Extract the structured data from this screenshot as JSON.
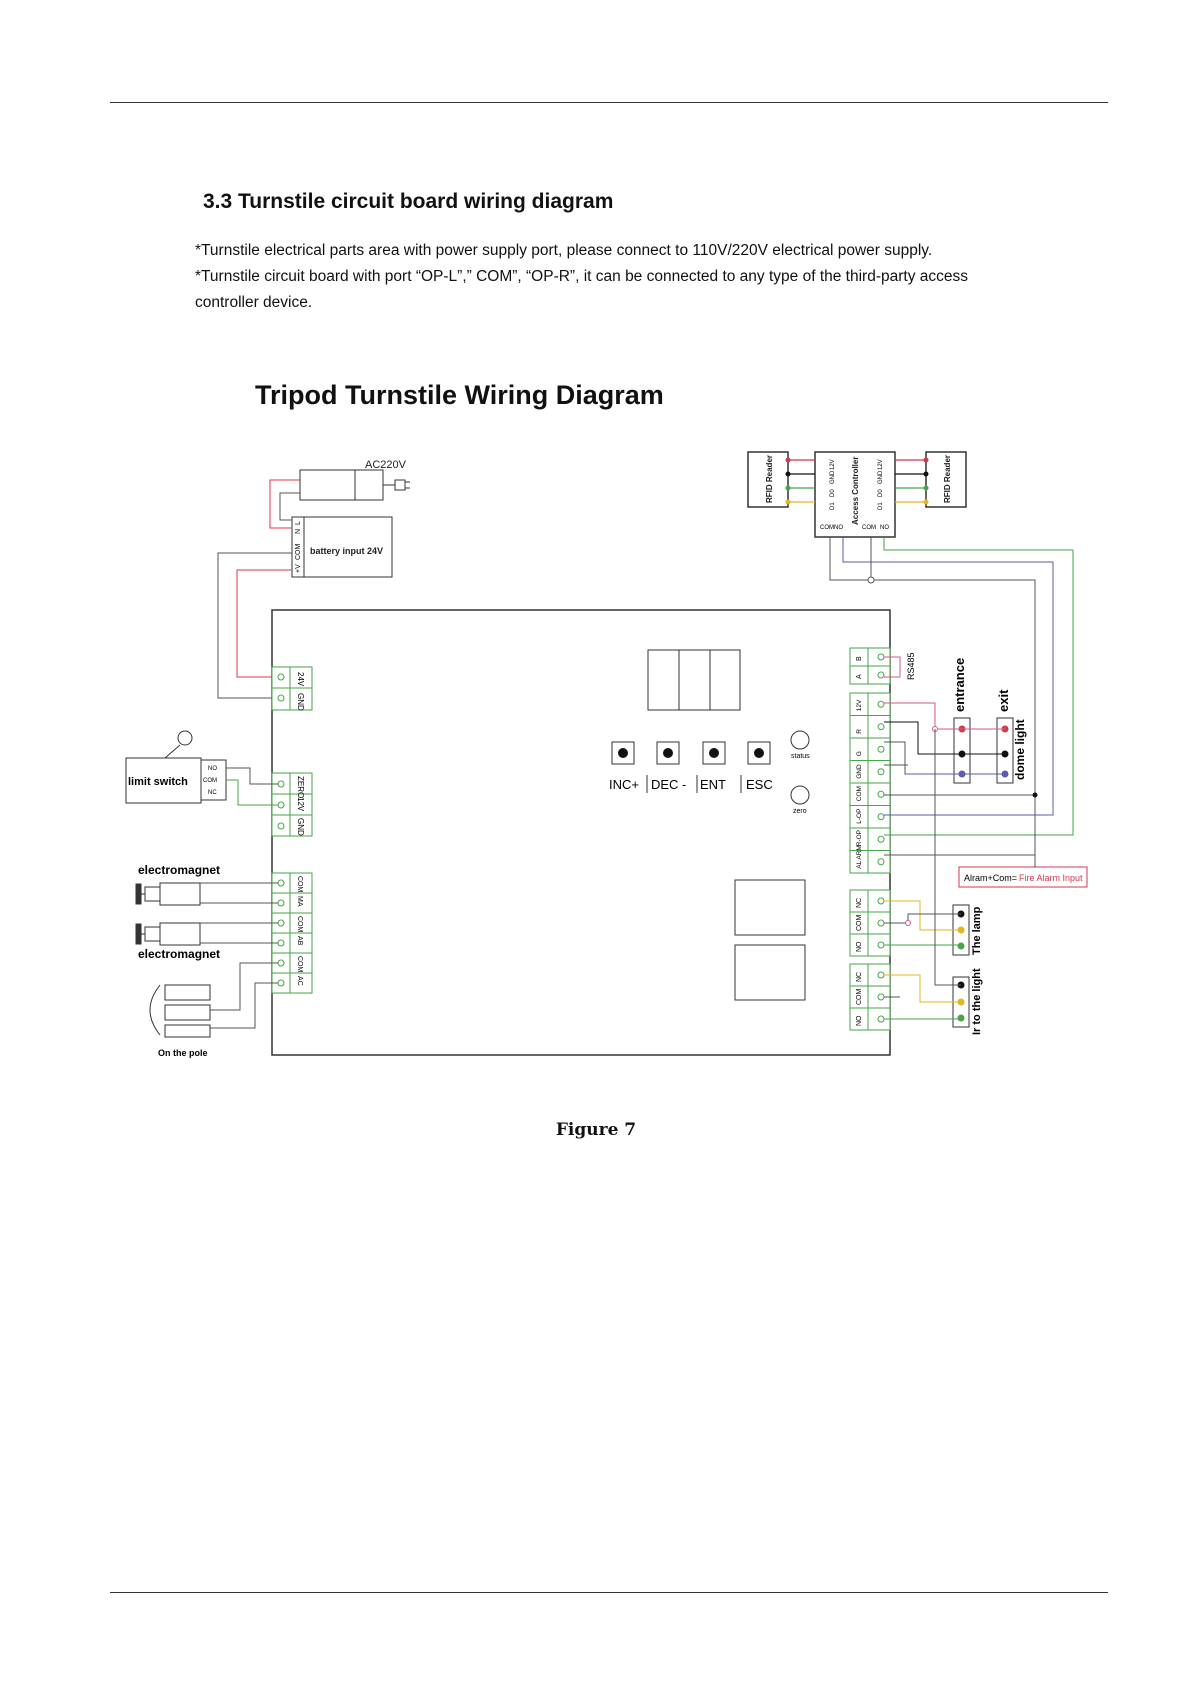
{
  "section_heading": "3.3 Turnstile circuit board wiring diagram",
  "paragraphs": [
    "*Turnstile electrical parts area with power supply port, please connect to 110V/220V electrical power supply.",
    "*Turnstile circuit board with port “OP-L”,” COM”, “OP-R”, it can be connected to any type of the third-party access controller device."
  ],
  "diagram": {
    "title": "Tripod Turnstile Wiring Diagram",
    "ac_label": "AC220V",
    "battery": {
      "label": "battery input 24V",
      "terminals": [
        "+V",
        "COM",
        "N",
        "L"
      ]
    },
    "rfid_left": "RFID Reader",
    "rfid_right": "RFID Reader",
    "access_controller": {
      "label": "Access Controller",
      "left_pins": [
        "12V",
        "GND",
        "D0",
        "D1"
      ],
      "right_pins": [
        "12V",
        "GND",
        "D0",
        "D1"
      ],
      "bottom_left": [
        "COM",
        "NO"
      ],
      "bottom_right": [
        "COM",
        "NO"
      ]
    },
    "power_pins": [
      "24V",
      "GND"
    ],
    "limit_switch": {
      "label": "limit switch",
      "pins": [
        "NO",
        "COM",
        "NC"
      ]
    },
    "zero_pins": [
      "ZERO",
      "12V",
      "GND"
    ],
    "electromagnet_top": "electromagnet",
    "electromagnet_bottom": "electromagnet",
    "magnet_pins": [
      "COM",
      "MA",
      "COM",
      "AB",
      "COM",
      "AC"
    ],
    "pole_label": "On the pole",
    "buttons": [
      "INC+",
      "DEC -",
      "ENT",
      "ESC"
    ],
    "status_label": "status",
    "zero_label": "zero",
    "rs485": {
      "label": "RS485",
      "pins": [
        "B",
        "A"
      ]
    },
    "right_pins": [
      "12V",
      "R",
      "G",
      "GND",
      "COM",
      "L-OP",
      "R-OP",
      "AL ARM"
    ],
    "relay1_pins": [
      "NC",
      "COM",
      "NO"
    ],
    "relay2_pins": [
      "NC",
      "COM",
      "NO"
    ],
    "entrance_label": "entrance",
    "exit_label": "exit",
    "dome_label": "dome light",
    "alarm_label_a": "Alram+Com=",
    "alarm_label_b": "Fire Alarm Input",
    "lamp_label": "The lamp",
    "ir_label": "Ir to the light"
  },
  "figure_caption": "Figure 7",
  "colors": {
    "red": "#d4394a",
    "green": "#46a64a",
    "blue": "#5b5bb0",
    "yellow": "#e6b422",
    "pink": "#d55a8a",
    "gray": "#555555"
  }
}
